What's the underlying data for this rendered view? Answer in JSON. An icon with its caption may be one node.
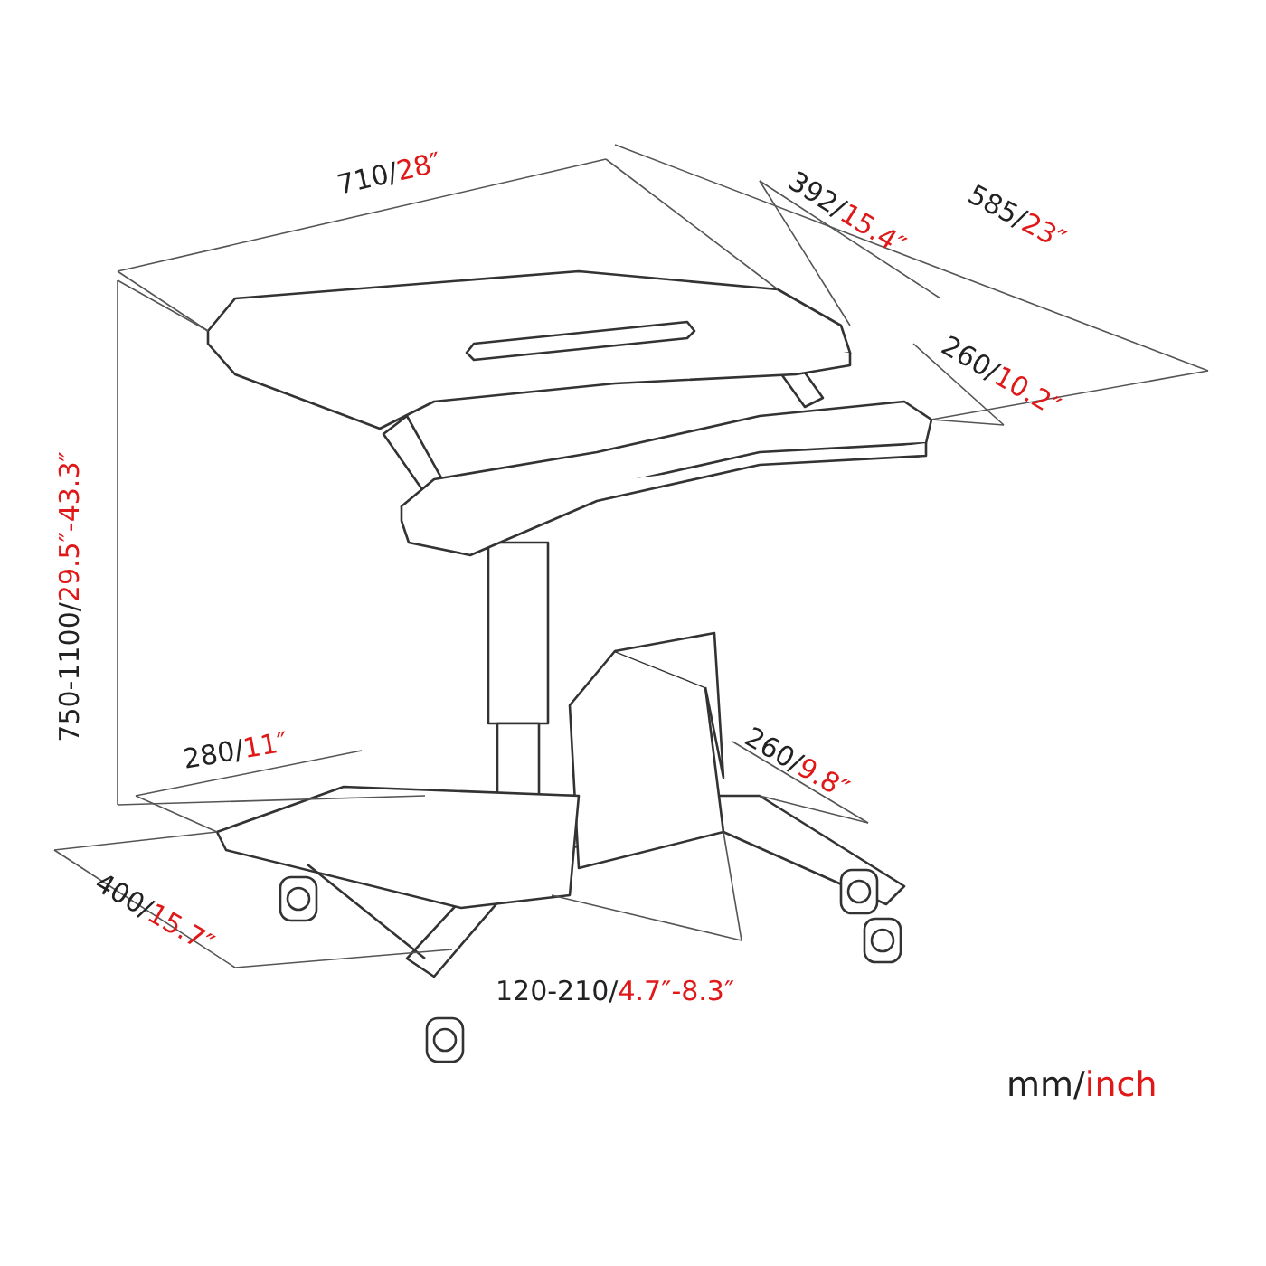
{
  "diagram": {
    "labels": [
      "710/28″",
      "392/15.4″",
      "585/23″",
      "260/10.2″",
      "750-1100/29.5″-43.3″",
      "280/11″",
      "260/9.8″",
      "400/15.7″",
      "120-210/4.7″-8.3″",
      "mm/inch"
    ]
  }
}
